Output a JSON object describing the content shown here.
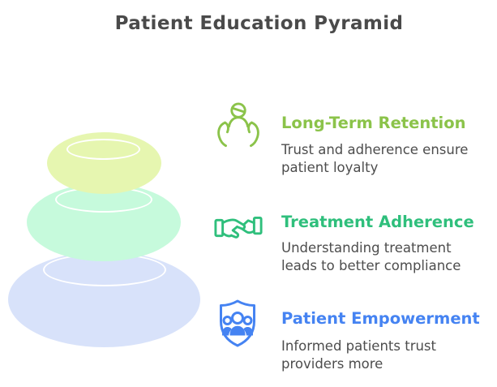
{
  "title": "Patient Education Pyramid",
  "colors": {
    "title_text": "#4a4a4a",
    "body_text": "#4d4d4d",
    "lime_accent": "#8bc34a",
    "green_accent": "#2fbf7c",
    "blue_accent": "#4583f2",
    "pebble_top": "#e6f6b0",
    "pebble_middle": "#c6fadc",
    "pebble_bottom": "#d8e2fa",
    "ring_stroke": "#ffffff"
  },
  "pyramid": {
    "levels": [
      {
        "position": "top",
        "color": "#e6f6b0"
      },
      {
        "position": "middle",
        "color": "#c6fadc"
      },
      {
        "position": "bottom",
        "color": "#d8e2fa"
      }
    ]
  },
  "sections": [
    {
      "icon": "caring-hands-icon",
      "heading": "Long-Term Retention",
      "body": "Trust and adherence ensure\npatient loyalty",
      "accent": "#8bc34a"
    },
    {
      "icon": "handshake-icon",
      "heading": "Treatment Adherence",
      "body": "Understanding treatment\nleads to better compliance",
      "accent": "#2fbf7c"
    },
    {
      "icon": "shield-people-icon",
      "heading": "Patient Empowerment",
      "body": "Informed patients trust\nproviders more",
      "accent": "#4583f2"
    }
  ]
}
